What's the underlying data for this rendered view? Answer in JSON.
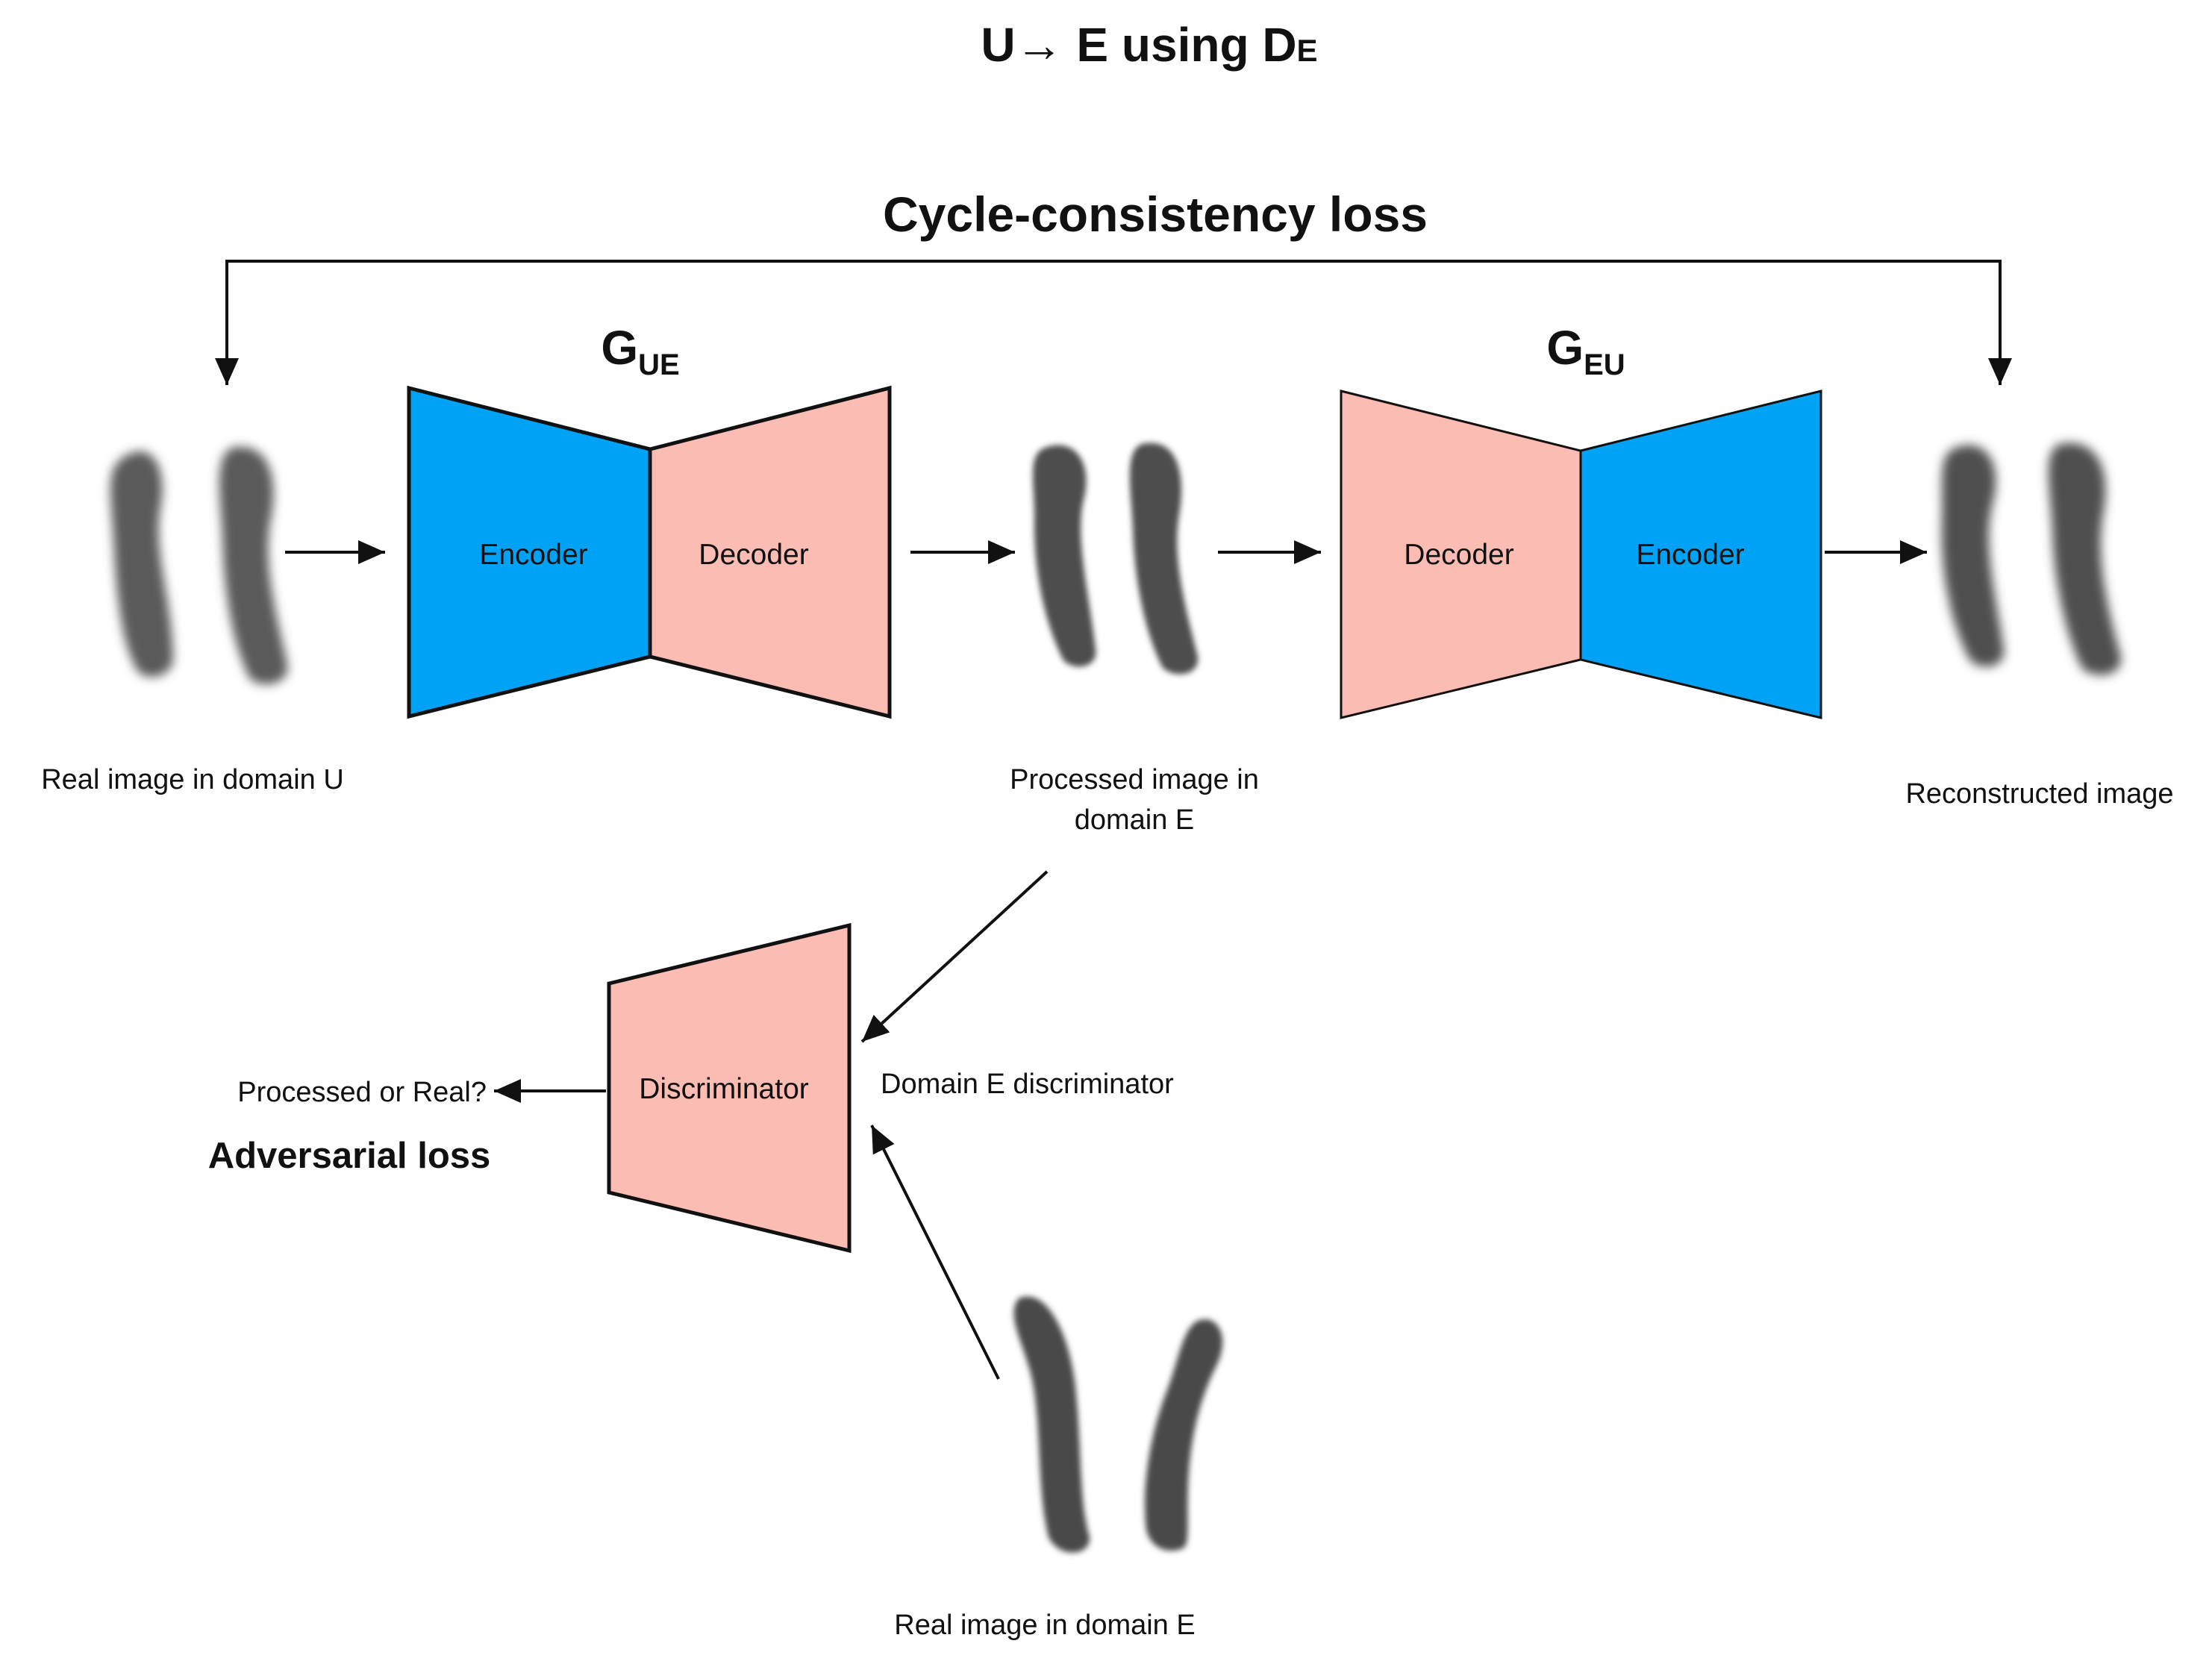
{
  "title": {
    "main": "U→ E using D",
    "sub": "E"
  },
  "cycle_loss_label": "Cycle-consistency loss",
  "generators": [
    {
      "symbol": "G",
      "subscript": "UE",
      "left_block": "Encoder",
      "right_block": "Decoder"
    },
    {
      "symbol": "G",
      "subscript": "EU",
      "left_block": "Decoder",
      "right_block": "Encoder"
    }
  ],
  "discriminator": {
    "block": "Discriminator",
    "caption": "Domain E discriminator",
    "output": "Processed or Real?",
    "loss": "Adversarial loss"
  },
  "images": {
    "real_u": "Real image in domain U",
    "processed_e_line1": "Processed image in",
    "processed_e_line2": "domain E",
    "reconstructed": "Reconstructed image",
    "real_e": "Real image in domain E"
  },
  "colors": {
    "encoder": "#00a2f5",
    "decoder": "#fbbcb3",
    "stroke": "#111111",
    "chromosome": "#555555"
  }
}
